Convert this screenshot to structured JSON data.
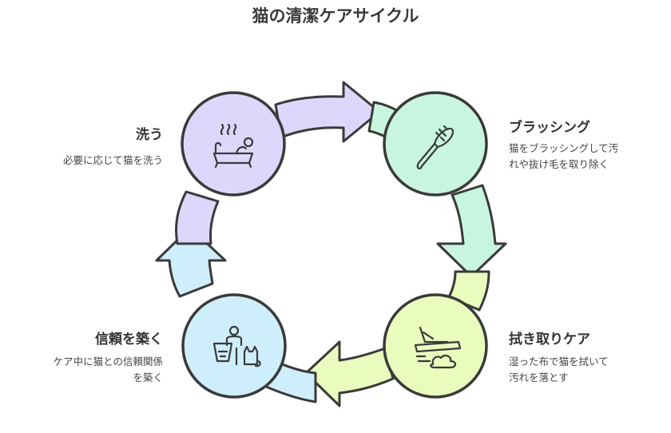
{
  "title": "猫の清潔ケアサイクル",
  "colors": {
    "wash": "#ddd7fb",
    "brush": "#c8f5df",
    "wipe": "#e9fbbd",
    "trust": "#cfeefc",
    "stroke": "#3a3a3a"
  },
  "steps": [
    {
      "id": "wash",
      "label": "洗う",
      "desc": [
        "必要に応じて猫を洗う"
      ],
      "icon": "bathtub-icon"
    },
    {
      "id": "brush",
      "label": "ブラッシング",
      "desc": [
        "猫をブラッシングして汚",
        "れや抜け毛を取り除く"
      ],
      "icon": "brush-icon"
    },
    {
      "id": "wipe",
      "label": "拭き取りケア",
      "desc": [
        "湿った布で猫を拭いて",
        "汚れを落とす"
      ],
      "icon": "wiping-cloth-icon"
    },
    {
      "id": "trust",
      "label": "信頼を築く",
      "desc": [
        "ケア中に猫との信頼関係",
        "を築く"
      ],
      "icon": "person-cat-icon"
    }
  ]
}
